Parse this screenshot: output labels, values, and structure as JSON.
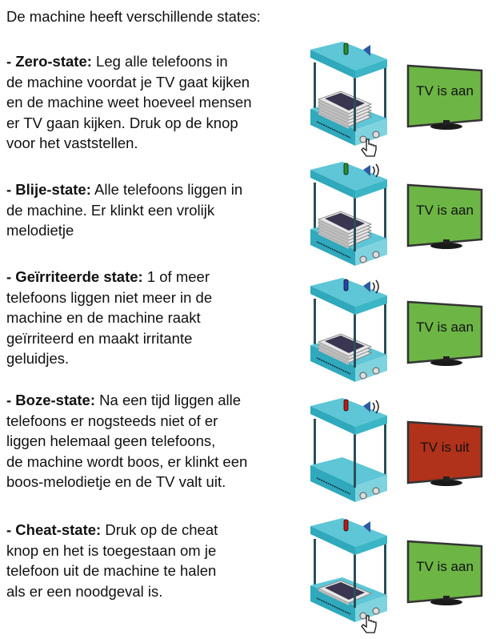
{
  "header": "De machine heeft verschillende states:",
  "colors": {
    "slab_top": "#5ec6d6",
    "slab_side": "#2fa9bb",
    "pole": "#2a4f57",
    "tv_on": "#6db545",
    "tv_off": "#b0321a"
  },
  "states": [
    {
      "title": "- Zero-state:",
      "lines": [
        " Leg alle telefoons in",
        "de machine voordat je TV gaat kijken",
        "en de machine weet hoeveel mensen",
        "er TV gaan kijken. Druk op de knop",
        "voor het vaststellen."
      ],
      "light": "#2e8b2e",
      "phones": 5,
      "sound": false,
      "hand": true,
      "tv_label": "TV is aan",
      "tv_on": true
    },
    {
      "title": "- Blije-state:",
      "lines": [
        " Alle telefoons liggen in",
        "de machine. Er klinkt een vrolijk",
        "melodietje"
      ],
      "light": "#2e8b2e",
      "phones": 5,
      "sound": true,
      "hand": false,
      "tv_label": "TV is aan",
      "tv_on": true
    },
    {
      "title": "- Geïrriteerde state:",
      "lines": [
        " 1 of meer",
        "telefoons liggen niet meer in de",
        "machine en de machine raakt",
        "geïrriteerd en maakt irritante",
        "geluidjes."
      ],
      "light": "#2a3fb0",
      "phones": 3,
      "sound": true,
      "hand": false,
      "tv_label": "TV is aan",
      "tv_on": true
    },
    {
      "title": "- Boze-state:",
      "lines": [
        " Na een tijd liggen alle",
        "telefoons er nogsteeds niet of er",
        "liggen helemaal geen telefoons,",
        "de machine wordt boos, er klinkt een",
        "boos-melodietje en de TV valt uit."
      ],
      "light": "#c01818",
      "phones": 0,
      "sound": true,
      "hand": false,
      "tv_label": "TV is uit",
      "tv_on": false
    },
    {
      "title": "- Cheat-state:",
      "lines": [
        " Druk op de cheat",
        "knop en het is toegestaan om je",
        "telefoon uit de machine te halen",
        "als er een noodgeval is."
      ],
      "light": "#c01818",
      "phones": 1,
      "sound": false,
      "hand": true,
      "tv_label": "TV is aan",
      "tv_on": true
    }
  ]
}
